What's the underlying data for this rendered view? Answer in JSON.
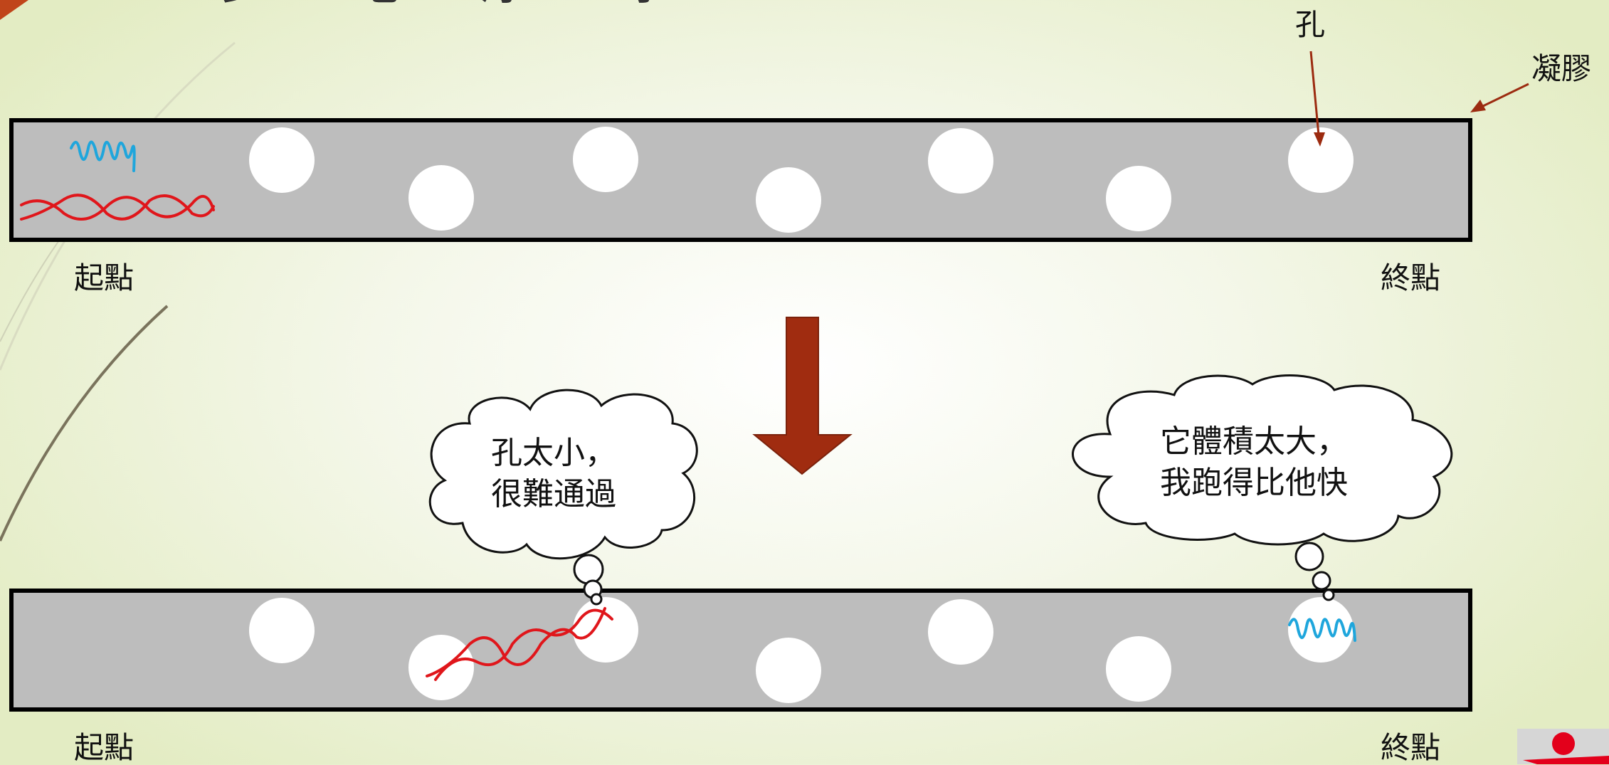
{
  "slide": {
    "title_fragment": "步 ... 電 ... 泳 ... 時 ... DNA",
    "labels": {
      "hole": "孔",
      "gel": "凝膠",
      "start_top": "起點",
      "end_top": "終點",
      "start_bottom": "起點",
      "end_bottom": "終點"
    },
    "thoughts": {
      "large_dna": {
        "line1": "孔太小，",
        "line2": "很難通過"
      },
      "small_dna": {
        "line1": "它體積太大，",
        "line2": "我跑得比他快"
      }
    },
    "colors": {
      "gel": "#bdbdbd",
      "hole": "#ffffff",
      "large_dna": "#e0161b",
      "small_dna": "#1fa6dc",
      "arrow": "#9c2b10",
      "accent": "#c0451a"
    }
  }
}
